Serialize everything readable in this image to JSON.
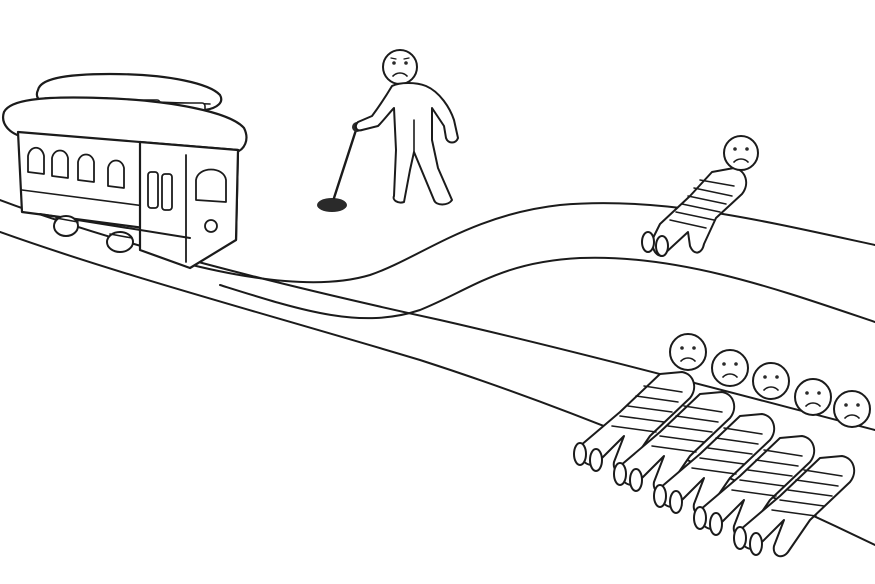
{
  "scene": {
    "type": "line-drawing",
    "subject": "trolley-problem",
    "colors": {
      "background": "#ffffff",
      "ink": "#1b1b1b",
      "shade": "#f1f1f1"
    },
    "tracks": [
      {
        "id": "main-track",
        "branch": "straight"
      },
      {
        "id": "side-track",
        "branch": "upper"
      }
    ],
    "figures": [
      {
        "id": "lever-operator",
        "pose": "standing",
        "expression": "sad"
      },
      {
        "id": "side-track-person",
        "pose": "lying",
        "expression": "sad"
      },
      {
        "id": "main-track-person-1",
        "pose": "lying",
        "expression": "sad"
      },
      {
        "id": "main-track-person-2",
        "pose": "lying",
        "expression": "sad"
      },
      {
        "id": "main-track-person-3",
        "pose": "lying",
        "expression": "sad"
      },
      {
        "id": "main-track-person-4",
        "pose": "lying",
        "expression": "sad"
      },
      {
        "id": "main-track-person-5",
        "pose": "lying",
        "expression": "sad"
      }
    ],
    "objects": [
      {
        "id": "trolley",
        "name": "trolley-car"
      },
      {
        "id": "lever",
        "name": "track-switch-lever"
      }
    ]
  }
}
